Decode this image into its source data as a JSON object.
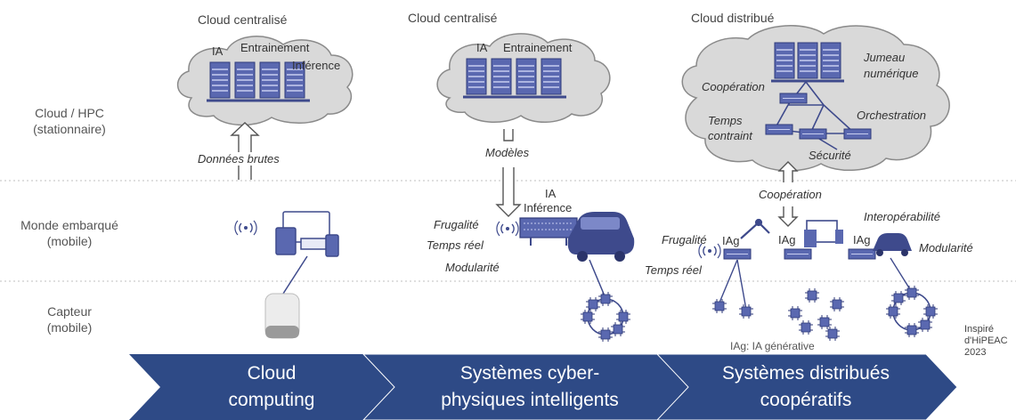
{
  "rows": {
    "cloud": [
      "Cloud / HPC",
      "(stationnaire)"
    ],
    "embedded": [
      "Monde embarqué",
      "(mobile)"
    ],
    "sensor": [
      "Capteur",
      "(mobile)"
    ]
  },
  "col1": {
    "cloud_title": "Cloud centralisé",
    "ia": "IA",
    "entrainement": "Entrainement",
    "inference": "Inférence",
    "arrow_label": "Données brutes"
  },
  "col2": {
    "cloud_title": "Cloud centralisé",
    "ia": "IA",
    "entrainement": "Entrainement",
    "arrow_label": "Modèles",
    "device_ia": "IA",
    "device_inference": "Inférence",
    "frugalite": "Frugalité",
    "temps_reel": "Temps réel",
    "modularite": "Modularité"
  },
  "col3": {
    "cloud_title": "Cloud distribué",
    "jumeau1": "Jumeau",
    "jumeau2": "numérique",
    "cooperation_cloud": "Coopération",
    "temps1": "Temps",
    "temps2": "contraint",
    "orchestration": "Orchestration",
    "securite": "Sécurité",
    "arrow_label": "Coopération",
    "interop": "Interopérabilité",
    "frugalite": "Frugalité",
    "temps_reel": "Temps réel",
    "modularite": "Modularité",
    "iag1": "IAg",
    "iag2": "IAg",
    "iag3": "IAg",
    "iag_note": "IAg: IA générative"
  },
  "credit": [
    "Inspiré",
    "d'HiPEAC",
    "2023"
  ],
  "stages": [
    [
      "Cloud",
      "computing"
    ],
    [
      "Systèmes cyber-",
      "physiques intelligents"
    ],
    [
      "Systèmes distribués",
      "coopératifs"
    ]
  ],
  "colors": {
    "banner": "#2e4a86",
    "cloud_fill": "#d9d9d9",
    "cloud_stroke": "#8a8a8a",
    "device": "#5a68b0",
    "device_dark": "#3e4a8c",
    "separator": "#bfbfbf"
  }
}
